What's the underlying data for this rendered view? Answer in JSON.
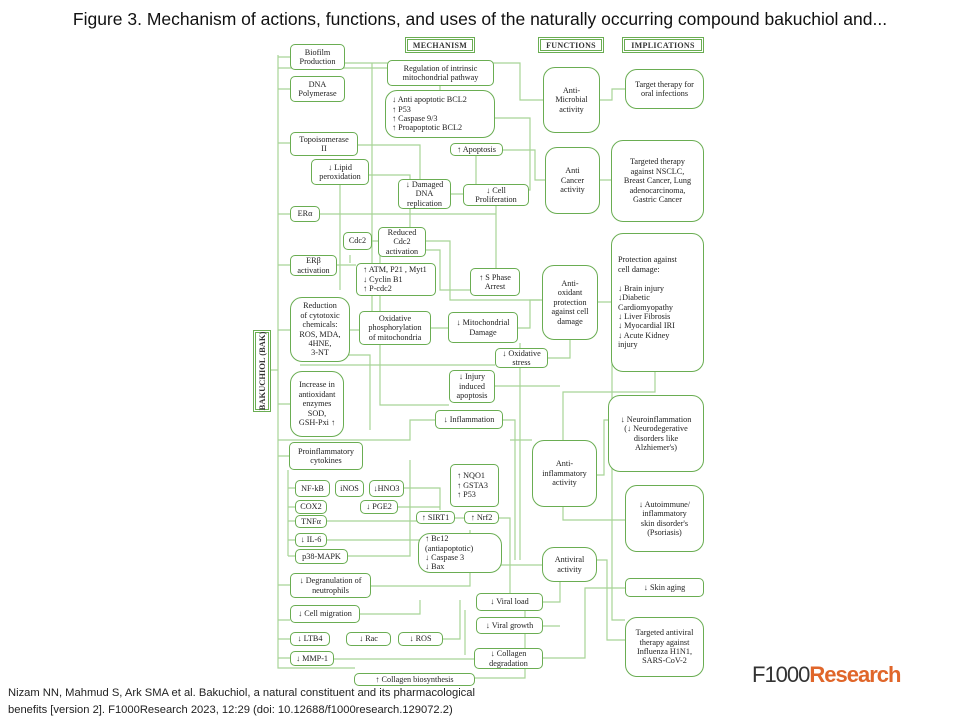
{
  "title": "Figure 3. Mechanism of actions, functions, and uses of the naturally occurring compound bakuchiol and...",
  "headers": {
    "mechanism": "MECHANISM",
    "functions": "FUNCTIONS",
    "implications": "IMPLICATIONS",
    "root": "BAKUCHIOL (BAK)"
  },
  "boxes": {
    "biofilm": "Biofilm\nProduction",
    "dna_polymerase": "DNA\nPolymerase",
    "regulation": "Regulation of intrinsic\nmitochondrial pathway",
    "apoptotic": "↓ Anti apoptotic BCL2\n↑ P53\n↑ Caspase 9/3\n↑ Proapoptotic BCL2",
    "topoisomerase": "Topoisomerase\nII",
    "lipid": "↓ Lipid\nperoxidation",
    "apoptosis": "↑ Apoptosis",
    "damaged_dna": "↓ Damaged\nDNA\nreplication",
    "cell_proliferation": "↓ Cell\nProliferation",
    "er_alpha": "ERα",
    "cdc2": "Cdc2",
    "reduced_cdc2": "Reduced\nCdc2\nactivation",
    "er_beta": "ERβ\nactivation",
    "atm": "↑ ATM, P21 , Myt1\n↓ Cyclin B1\n↑ P-cdc2",
    "s_phase": "↑ S Phase\nArrest",
    "reduction": "Reduction\nof cytotoxic\nchemicals:\nROS, MDA,\n4HNE,\n3-NT",
    "oxidative_phos": "Oxidative\nphosphorylation\nof mitochondria",
    "mito_damage": "↓ Mitochondrial\nDamage",
    "oxidative_stress": "↓ Oxidative\nstress",
    "injury": "↓ Injury\ninduced\napoptosis",
    "antioxidant_enzymes": "Increase in\nantioxidant\nenzymes\nSOD,\nGSH-Pxi ↑",
    "inflammation": "↓ Inflammation",
    "proinflammatory": "Proinflammatory\ncytokines",
    "nqo1": "↑ NQO1\n↑ GSTA3\n↑ P53",
    "nfkb": "NF-kB",
    "inos": "iNOS",
    "hno": "↓HNO3",
    "cox2": "COX2",
    "pge2": "↓ PGE2",
    "tnfa": "TNFα",
    "sirt1": "↑ SIRT1",
    "nrf2": "↑ Nrf2",
    "il6": "↓ IL-6",
    "bcl2": "↑ Bc12\n(antiapoptotic)\n↓ Caspase 3\n↓ Bax",
    "p38": "p38-MAPK",
    "degranulation": "↓ Degranulation of\nneutrophils",
    "cell_migration": "↓ Cell migration",
    "ltb4": "↓ LTB4",
    "rac": "↓ Rac",
    "ros": "↓ ROS",
    "mmp1": "↓ MMP-1",
    "collagen_biosynthesis": "↑ Collagen biosynthesis",
    "viral_load": "↓ Viral load",
    "viral_growth": "↓ Viral growth",
    "collagen_degradation": "↓ Collagen\ndegradation"
  },
  "functions": {
    "antimicrobial": "Anti-\nMicrobial\nactivity",
    "anticancer": "Anti\nCancer\nactivity",
    "antioxidant": "Anti-\noxidant\nprotection\nagainst cell\ndamage",
    "antiinflammatory": "Anti-\ninflammatory\nactivity",
    "antiviral": "Antiviral\nactivity"
  },
  "implications": {
    "oral": "Target therapy for\noral infections",
    "cancer": "Targeted therapy\nagainst NSCLC,\nBreast Cancer, Lung\nadenocarcinoma,\nGastric Cancer",
    "protection": "Protection against\ncell damage:\n\n↓ Brain injury\n↓Diabetic\nCardiomyopathy\n↓ Liver Fibrosis\n↓ Myocardial IRI\n↓ Acute Kidney\ninjury",
    "neuro": "↓ Neuroinflammation\n(↓ Neurodegerative\ndisorders like\nAlzhiemer's)",
    "autoimmune": "↓ Autoimmune/\ninflammatory\nskin disorder's\n(Psoriasis)",
    "skin_aging": "↓ Skin aging",
    "antiviral_therapy": "Targeted antiviral\ntherapy against\nInfluenza H1N1,\nSARS-CoV-2"
  },
  "citation": {
    "line1": "Nizam NN, Mahmud S, Ark SMA et al. Bakuchiol, a natural constituent and its pharmacological",
    "line2": "benefits [version 2]. F1000Research 2023, 12:29 (doi: 10.12688/f1000research.129072.2)"
  },
  "logo": {
    "part1": "F1000",
    "part2": "Research"
  },
  "colors": {
    "line": "#9fd08c",
    "border": "#6aad52",
    "brand": "#e0662a"
  }
}
